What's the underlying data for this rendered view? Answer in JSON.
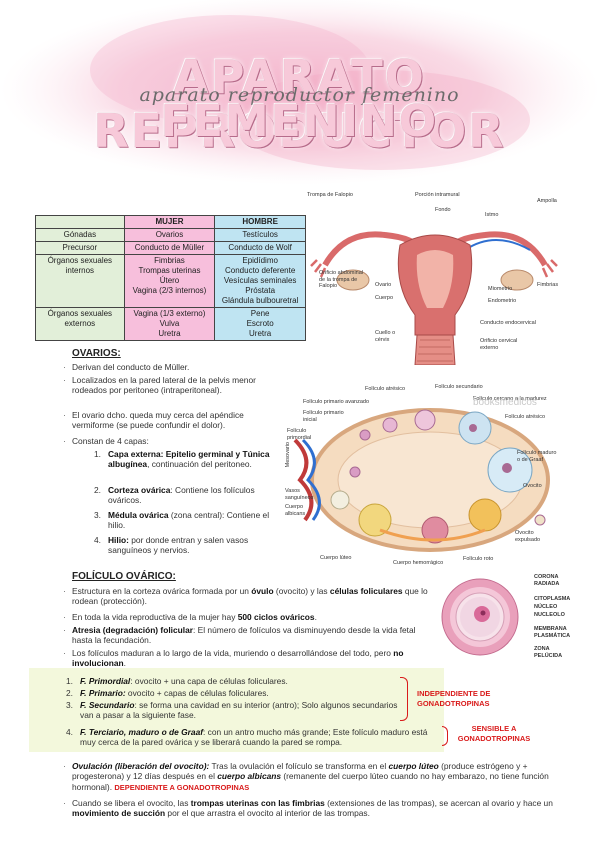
{
  "header": {
    "title_line1": "APARATO REPRODUCTOR",
    "subtitle": "aparato reproductor femenino",
    "title_line2": "FEMENINO"
  },
  "table": {
    "header": [
      "",
      "MUJER",
      "HOMBRE"
    ],
    "rows": [
      {
        "label": "Gónadas",
        "mujer": "Ovarios",
        "hombre": "Testículos"
      },
      {
        "label": "Precursor",
        "mujer": "Conducto de Müller",
        "hombre": "Conducto de Wolf"
      },
      {
        "label": "Órganos sexuales internos",
        "mujer": [
          "Fimbrias",
          "Trompas uterinas",
          "Útero",
          "Vagina (2/3 internos)"
        ],
        "hombre": [
          "Epidídimo",
          "Conducto deferente",
          "Vesículas seminales",
          "Próstata",
          "Glándula bulbouretral"
        ]
      },
      {
        "label": "Órganos sexuales externos",
        "mujer": [
          "Vagina (1/3 externo)",
          "Vulva",
          "Uretra"
        ],
        "hombre": [
          "Pene",
          "Escroto",
          "Uretra"
        ]
      }
    ]
  },
  "uterus_labels": {
    "trompa": "Trompa de Falopio",
    "porcion": "Porción intramural",
    "fondo": "Fondo",
    "istmo": "Istmo",
    "ampolla": "Ampolla",
    "orificio_abd": "Orificio abdominal de la trompa de Falopio",
    "ovario": "Ovario",
    "cuerpo": "Cuerpo",
    "miometrio": "Miometrio",
    "endometrio": "Endometrio",
    "fimbrias": "Fimbrias",
    "conducto": "Conducto endocervical",
    "cuello": "Cuello o cérvix",
    "orificio_ext": "Orificio cervical externo"
  },
  "ovary_labels": {
    "atresico": "Folículo atrésico",
    "secundario": "Folículo secundario",
    "primario_avanzado": "Folículo primario avanzado",
    "primario_inicial": "Folículo primario inicial",
    "primordial": "Folículo primordial",
    "cercano": "Folículo cercano a la madurez",
    "watermark": "booksmedicos",
    "atresico2": "Folículo atrésico",
    "mesovario": "Mesovario",
    "maduro": "Folículo maduro o de Graaf",
    "vasos": "Vasos sanguíneos",
    "albicans": "Cuerpo albicans",
    "ovocito": "Ovocito",
    "expulsado": "Ovocito expulsado",
    "luteo": "Cuerpo lúteo",
    "hemorragico": "Cuerpo hemorrágico",
    "roto": "Folículo roto"
  },
  "ovocyte_labels": {
    "corona": "CORONA RADIADA",
    "citoplasma": "CITOPLASMA",
    "nucleo": "NÚCLEO",
    "nucleolo": "NUCLEOLO",
    "membrana": "MEMBRANA PLASMÁTICA",
    "zona": "ZONA PELÚCIDA"
  },
  "ovarios": {
    "title": "OVARIOS:",
    "b1": "Derivan del conducto de Müller.",
    "b2": "Localizados en la pared lateral de la pelvis menor rodeados por peritoneo (intraperitoneal).",
    "b3": "El ovario dcho. queda muy cerca del apéndice vermiforme (se puede confundir el dolor).",
    "b4": "Constan de 4 capas:",
    "c1_bold": "Capa externa: Epitelio germinal y Túnica albugínea",
    "c1_rest": ", continuación del peritoneo.",
    "c2_bold": "Corteza ovárica",
    "c2_rest": ": Contiene los folículos ováricos.",
    "c3_bold": "Médula ovárica",
    "c3_rest": " (zona central): Contiene el hilio.",
    "c4_bold": "Hilio:",
    "c4_rest": " por donde entran y salen vasos sanguíneos y nervios."
  },
  "foliculo": {
    "title": "FOLÍCULO OVÁRICO:",
    "b1_a": "Estructura en la corteza ovárica formada por un ",
    "b1_b": "óvulo",
    "b1_c": " (ovocito) y las ",
    "b1_d": "células foliculares",
    "b1_e": " que lo rodean (protección).",
    "b2_a": "En toda la vida reproductiva de la mujer hay ",
    "b2_b": "500 ciclos ováricos",
    "b2_c": ".",
    "b3_a": "Atresia (degradación) folicular",
    "b3_b": ": El número de folículos va disminuyendo desde la vida fetal hasta la fecundación.",
    "b4_a": "Los folículos maduran a lo largo de la vida, muriendo o desarrollándose del todo, pero ",
    "b4_b": "no involucionan",
    "b4_c": ".",
    "f1_a": "F. Primordial",
    "f1_b": ": ovocito + una capa de células foliculares.",
    "f2_a": "F. Primario:",
    "f2_b": " ovocito + capas de células foliculares.",
    "f3_a": "F. Secundario",
    "f3_b": ": se forma una cavidad en su interior (antro); Solo algunos secundarios van a pasar a la siguiente fase.",
    "f4_a": "F. Terciario, maduro o de Graaf",
    "f4_b": ": con un antro mucho más grande; Este folículo maduro está muy cerca de la pared ovárica y se liberará cuando la pared se rompa.",
    "indep": "INDEPENDIENTE DE GONADOTROPINAS",
    "sens": "SENSIBLE A GONADOTROPINAS",
    "ov_a": "Ovulación (liberación del ovocito):",
    "ov_b": " Tras la ovulación el folículo se transforma en el ",
    "ov_c": "cuerpo lúteo",
    "ov_d": " (produce estrógeno y + progesterona) y 12 días después en el ",
    "ov_e": "cuerpo albicans",
    "ov_f": " (remanente del cuerpo lúteo cuando no hay embarazo, no tiene función hormonal). ",
    "ov_g": "DEPENDIENTE A GONADOTROPINAS",
    "lib_a": "Cuando se libera el ovocito, las ",
    "lib_b": "trompas uterinas con las fimbrias",
    "lib_c": " (extensiones de las trompas), se acercan al ovario y hace un ",
    "lib_d": "movimiento de succión",
    "lib_e": " por el que arrastra el ovocito al interior de las trompas."
  },
  "colors": {
    "pink": "#f7bfdc",
    "blue": "#bfe4f2",
    "green": "#e2efd9",
    "red": "#d91b1b",
    "highlight": "#f3f8dc"
  }
}
